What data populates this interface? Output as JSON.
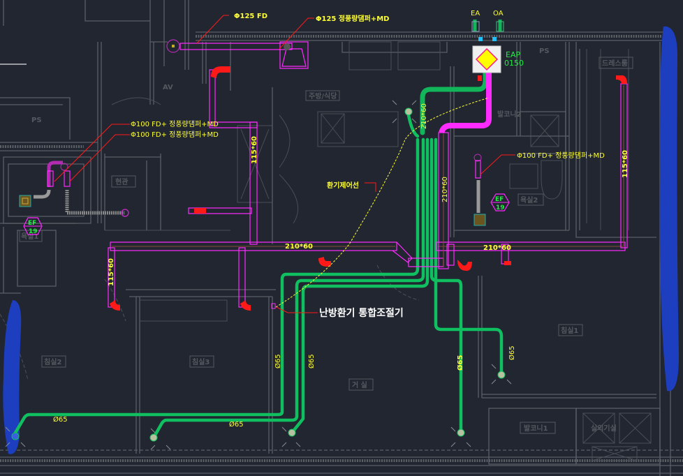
{
  "drawing": {
    "title": "난방환기 통합조절기",
    "control_line_label": "환기제어선",
    "colors": {
      "background": "#212630",
      "walls": "#5b5f66",
      "supply_duct": "#ff2bff",
      "flex_duct": "#10c060",
      "labels": "#ffff33",
      "diffuser": "#ff1a1a",
      "markup": "#1d3fbf"
    }
  },
  "equipment": {
    "erv": {
      "name": "EAP",
      "code": "0150"
    },
    "ea_label": "EA",
    "oa_label": "OA",
    "exhaust_fans": [
      {
        "name": "EF",
        "code": "19"
      },
      {
        "name": "EF",
        "code": "19"
      }
    ]
  },
  "annotations": {
    "fd125": "Φ125 FD",
    "fd125_md": "Φ125 정풍량댐퍼+MD",
    "fd100_a": "Φ100 FD+ 정풍량댐퍼+MD",
    "fd100_b": "Φ100 FD+ 정풍량댐퍼+MD",
    "fd100_c": "Φ100 FD+ 정풍량댐퍼+MD"
  },
  "duct_sizes": {
    "main_left": "210*60",
    "main_right": "210*60",
    "riser_a": "210*60",
    "riser_b": "210*60",
    "branch_kitchen": "115*60",
    "branch_left": "115*60",
    "branch_right": "115*60",
    "flex": [
      "Ø65",
      "Ø65",
      "Ø65",
      "Ø65",
      "Ø65",
      "Ø65"
    ]
  },
  "rooms": {
    "ps_left": "PS",
    "ps_right": "PS",
    "av": "AV",
    "kitchen": "주방/식당",
    "entrance": "현관",
    "bath1": "욕실1",
    "bath2": "욕실2",
    "balcony2": "발코니2",
    "dressroom": "드레스룸",
    "bedroom1": "침실1",
    "bedroom2": "침실2",
    "bedroom3": "침실3",
    "living": "거 실",
    "balcony1": "발코니1",
    "outdoor_unit": "실외기실"
  }
}
